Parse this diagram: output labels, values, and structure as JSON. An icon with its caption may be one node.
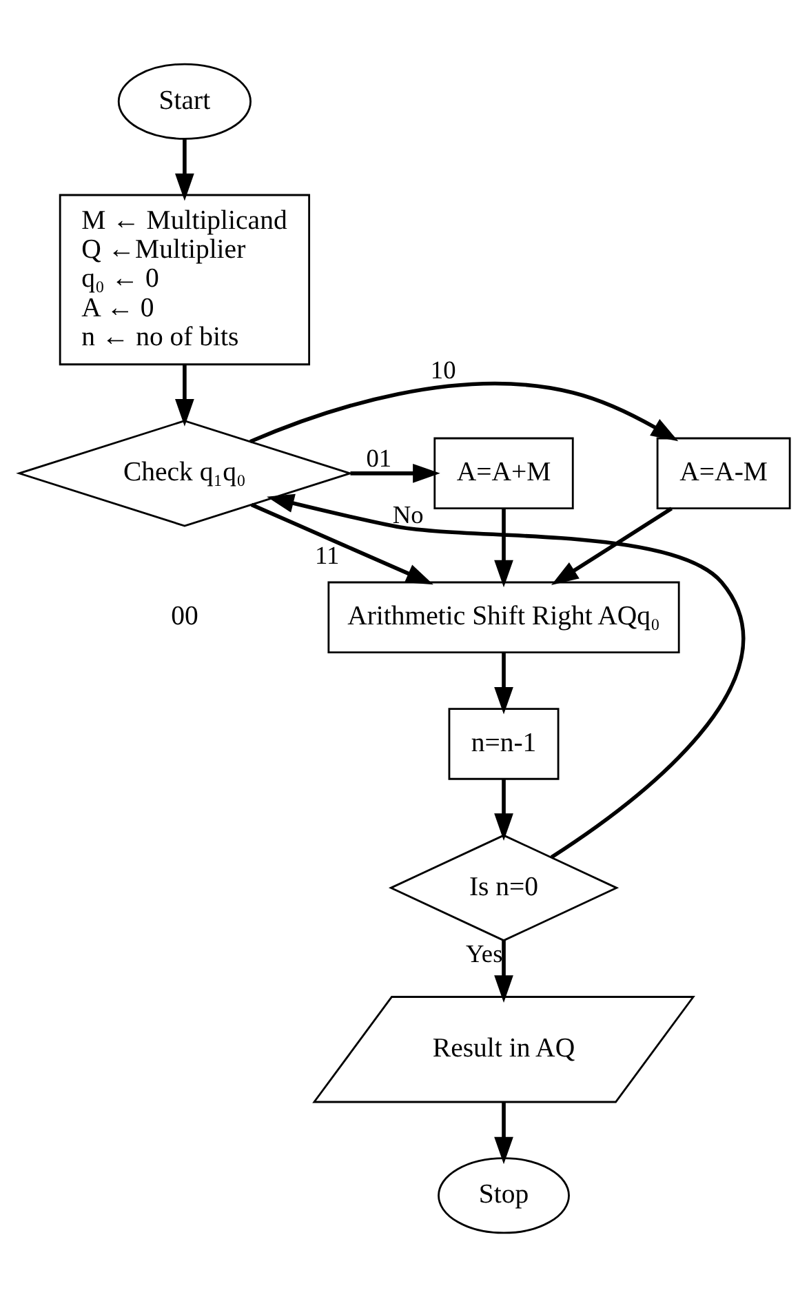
{
  "diagram": {
    "nodes": [
      {
        "text": [
          "Start"
        ]
      },
      {
        "text": [
          "M ← Multiplicand",
          "Q ←Multiplier",
          "q₀ ← 0",
          "A ← 0",
          "n ← no of bits"
        ]
      },
      {
        "text": [
          "Check q₁q₀"
        ]
      },
      {
        "text": [
          "A=A-M"
        ]
      },
      {
        "text": [
          "A=A+M"
        ]
      },
      {
        "text": [
          "Arithmetic Shift Right AQq₀"
        ]
      },
      {
        "text": [
          "n=n-1"
        ]
      },
      {
        "text": [
          "Is n=0"
        ]
      },
      {
        "text": [
          "Result in AQ"
        ]
      },
      {
        "text": [
          "Stop"
        ]
      }
    ],
    "edges": [
      {
        "from": 0,
        "to": 1,
        "arrow": "to"
      },
      {
        "from": 1,
        "to": 2,
        "arrow": "to"
      },
      {
        "from": 2,
        "to": 3,
        "arrow": "to",
        "label": "10"
      },
      {
        "from": 2,
        "to": 4,
        "arrow": "to",
        "label": "01"
      },
      {
        "from": 2,
        "to": 5,
        "arrow": "to",
        "label": "11"
      },
      {
        "from": 3,
        "to": 5,
        "arrow": "to"
      },
      {
        "from": 4,
        "to": 5,
        "arrow": "to"
      },
      {
        "from": 5,
        "to": 6,
        "arrow": "to"
      },
      {
        "from": 6,
        "to": 7,
        "arrow": "to"
      },
      {
        "from": 7,
        "to": 2,
        "arrow": "to",
        "label": "No"
      },
      {
        "from": 7,
        "to": 8,
        "arrow": "to",
        "label": "Yes"
      },
      {
        "from": 8,
        "to": 9,
        "arrow": "to"
      }
    ],
    "labels": [
      "00"
    ]
  }
}
